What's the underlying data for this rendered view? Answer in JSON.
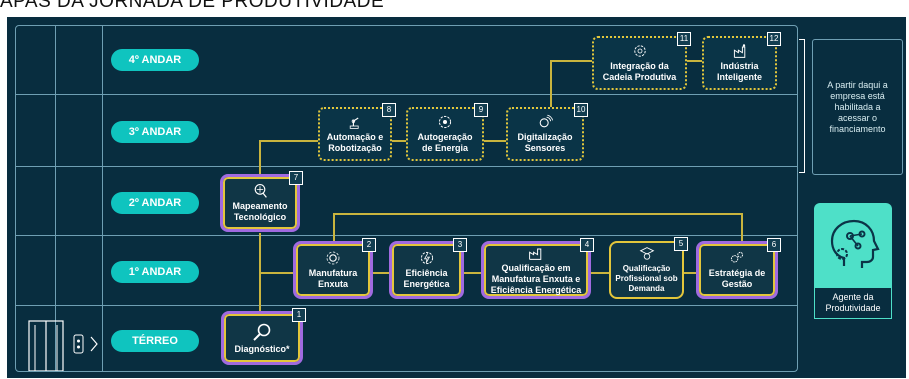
{
  "title": "APAS DA JORNADA DE PRODUTIVIDADE",
  "floors": [
    {
      "label": "4º ANDAR"
    },
    {
      "label": "3º ANDAR"
    },
    {
      "label": "2º ANDAR"
    },
    {
      "label": "1º ANDAR"
    },
    {
      "label": "TÉRREO"
    }
  ],
  "steps": [
    {
      "number": "1",
      "label": "Diagnóstico*",
      "icon": "magnifier-icon"
    },
    {
      "number": "2",
      "label": "Manufatura\nEnxuta",
      "icon": "gear-cycle-icon"
    },
    {
      "number": "3",
      "label": "Eficiência\nEnergética",
      "icon": "energy-gear-icon"
    },
    {
      "number": "4",
      "label": "Qualificação em\nManufatura Enxuta e\nEficiência Energética",
      "icon": "factory-icon"
    },
    {
      "number": "5",
      "label": "Qualificação\nProfissional sob\nDemanda",
      "icon": "graduate-icon"
    },
    {
      "number": "6",
      "label": "Estratégia de\nGestão",
      "icon": "gears-icon"
    },
    {
      "number": "7",
      "label": "Mapeamento\nTecnológico",
      "icon": "map-magnifier-icon"
    },
    {
      "number": "8",
      "label": "Automação e\nRobotização",
      "icon": "robot-arm-icon"
    },
    {
      "number": "9",
      "label": "Autogeração\nde Energia",
      "icon": "solar-gear-icon"
    },
    {
      "number": "10",
      "label": "Digitalização\nSensores",
      "icon": "sensor-icon"
    },
    {
      "number": "11",
      "label": "Integração da\nCadeia Produtiva",
      "icon": "chain-gear-icon"
    },
    {
      "number": "12",
      "label": "Indústria\nInteligente",
      "icon": "smart-factory-icon"
    }
  ],
  "side_note": "A partir daqui a\nempresa está\nhabilitada a\nacessar o\nfinanciamento",
  "agent": {
    "label": "Agente da\nProdutividade",
    "icon": "ai-head-icon"
  },
  "colors": {
    "background": "#082d3f",
    "floor_pill": "#0fc4bf",
    "connector": "#c9b43e",
    "highlight_purple": "#a06ae0",
    "agent": "#4ee0c8"
  }
}
